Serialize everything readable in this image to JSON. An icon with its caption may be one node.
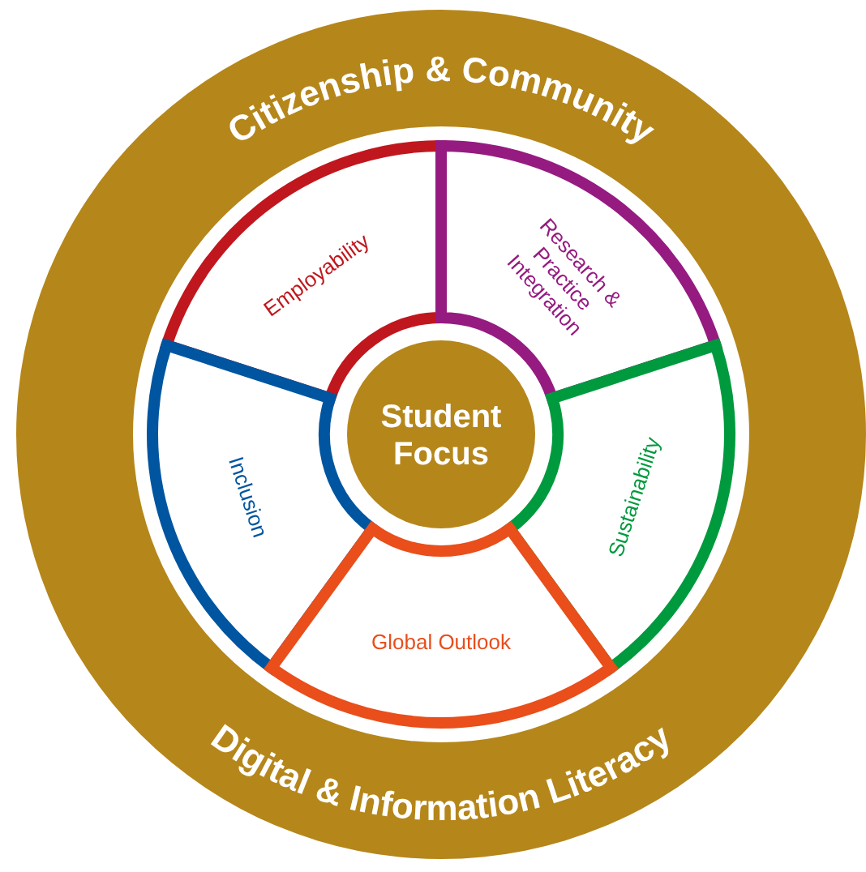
{
  "diagram": {
    "nodes": [
      {
        "text": [
          "Citizenship & Community",
          "Digital & Information Literacy"
        ]
      },
      {
        "text": [
          "Employability"
        ],
        "in": 0
      },
      {
        "text": [
          "Research & Practice Integration"
        ],
        "in": 0
      },
      {
        "text": [
          "Student Focus"
        ],
        "in": 0
      },
      {
        "text": [
          "Inclusion"
        ],
        "in": 0
      },
      {
        "text": [
          "Sustainability"
        ],
        "in": 0
      },
      {
        "text": [
          "Global Outlook"
        ],
        "in": 0
      }
    ]
  }
}
